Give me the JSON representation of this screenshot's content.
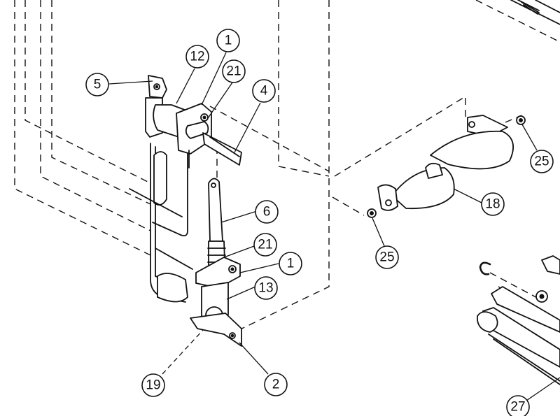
{
  "diagram": {
    "type": "exploded-parts-view",
    "ink_color": "#111111",
    "background_color": "#ffffff",
    "callouts": [
      {
        "id": "c5",
        "label": "5"
      },
      {
        "id": "c12",
        "label": "12"
      },
      {
        "id": "c1-top",
        "label": "1"
      },
      {
        "id": "c21-top",
        "label": "21"
      },
      {
        "id": "c4",
        "label": "4"
      },
      {
        "id": "c6",
        "label": "6"
      },
      {
        "id": "c21-mid",
        "label": "21"
      },
      {
        "id": "c1-mid",
        "label": "1"
      },
      {
        "id": "c13",
        "label": "13"
      },
      {
        "id": "c19",
        "label": "19"
      },
      {
        "id": "c2",
        "label": "2"
      },
      {
        "id": "c25-right",
        "label": "25"
      },
      {
        "id": "c18",
        "label": "18"
      },
      {
        "id": "c25-left",
        "label": "25"
      },
      {
        "id": "c27",
        "label": "27"
      }
    ]
  }
}
